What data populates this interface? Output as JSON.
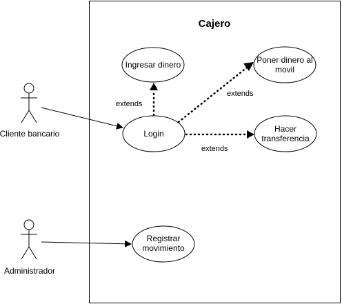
{
  "system": {
    "title": "Cajero"
  },
  "actors": [
    {
      "id": "cliente",
      "label": "Cliente bancario",
      "icon": "stick-figure-icon"
    },
    {
      "id": "admin",
      "label": "Administrador",
      "icon": "stick-figure-icon"
    }
  ],
  "use_cases": [
    {
      "id": "ingresar",
      "lines": [
        "Ingresar dinero"
      ]
    },
    {
      "id": "poner",
      "lines": [
        "Poner dinero al",
        "movil"
      ]
    },
    {
      "id": "login",
      "lines": [
        "Login"
      ]
    },
    {
      "id": "hacer",
      "lines": [
        "Hacer",
        "transferencia"
      ]
    },
    {
      "id": "registrar",
      "lines": [
        "Registrar",
        "movimiento"
      ]
    }
  ],
  "relations": [
    {
      "from": "cliente",
      "to": "login",
      "kind": "association",
      "label": ""
    },
    {
      "from": "admin",
      "to": "registrar",
      "kind": "association",
      "label": ""
    },
    {
      "from": "login",
      "to": "ingresar",
      "kind": "extend",
      "label": "extends"
    },
    {
      "from": "login",
      "to": "poner",
      "kind": "extend",
      "label": "extends"
    },
    {
      "from": "login",
      "to": "hacer",
      "kind": "extend",
      "label": "extends"
    }
  ]
}
